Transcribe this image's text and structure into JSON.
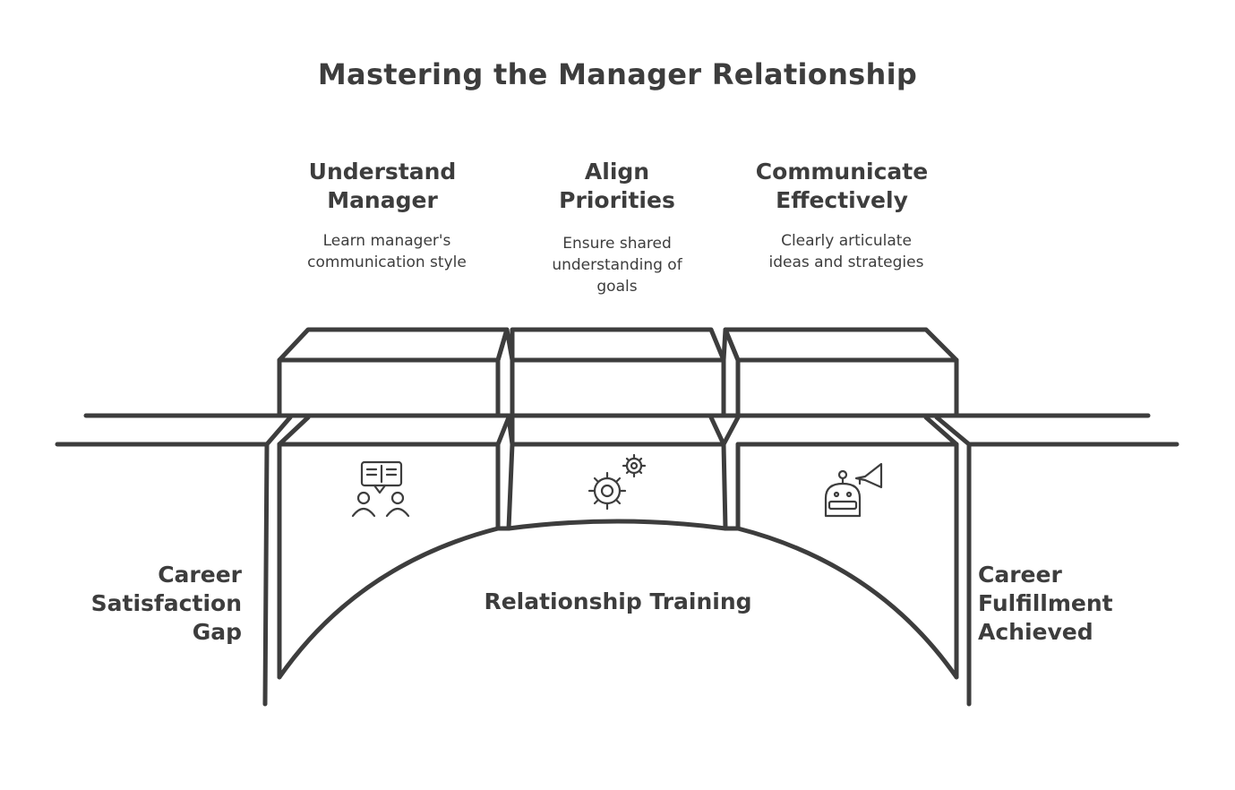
{
  "title": "Mastering the Manager Relationship",
  "steps": [
    {
      "title": "Understand\nManager",
      "description": "Learn manager's\ncommunication style",
      "icon": "people-chat-icon"
    },
    {
      "title": "Align\nPriorities",
      "description": "Ensure shared\nunderstanding of\ngoals",
      "icon": "gears-icon"
    },
    {
      "title": "Communicate\nEffectively",
      "description": "Clearly articulate\nideas and strategies",
      "icon": "robot-megaphone-icon"
    }
  ],
  "left_label": "Career\nSatisfaction\nGap",
  "right_label": "Career\nFulfillment\nAchieved",
  "bridge_label": "Relationship Training",
  "colors": {
    "stroke": "#3d3d3d",
    "background": "#ffffff"
  }
}
